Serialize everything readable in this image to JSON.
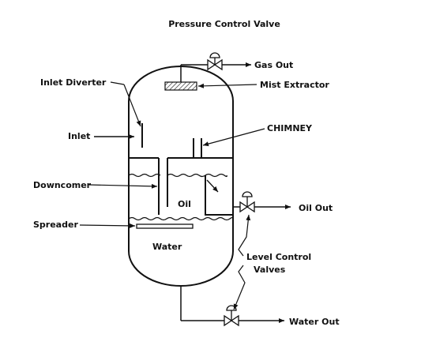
{
  "title": "Pressure Control Valve",
  "labels": {
    "gas_out": "Gas Out",
    "mist_extractor": "Mist Extractor",
    "inlet_diverter": "Inlet Diverter",
    "inlet": "Inlet",
    "chimney": "CHIMNEY",
    "downcomer": "Downcomer",
    "oil": "Oil",
    "oil_out": "Oil Out",
    "spreader": "Spreader",
    "water": "Water",
    "level_control_line1": "Level Control",
    "level_control_line2": "Valves",
    "water_out": "Water Out"
  }
}
